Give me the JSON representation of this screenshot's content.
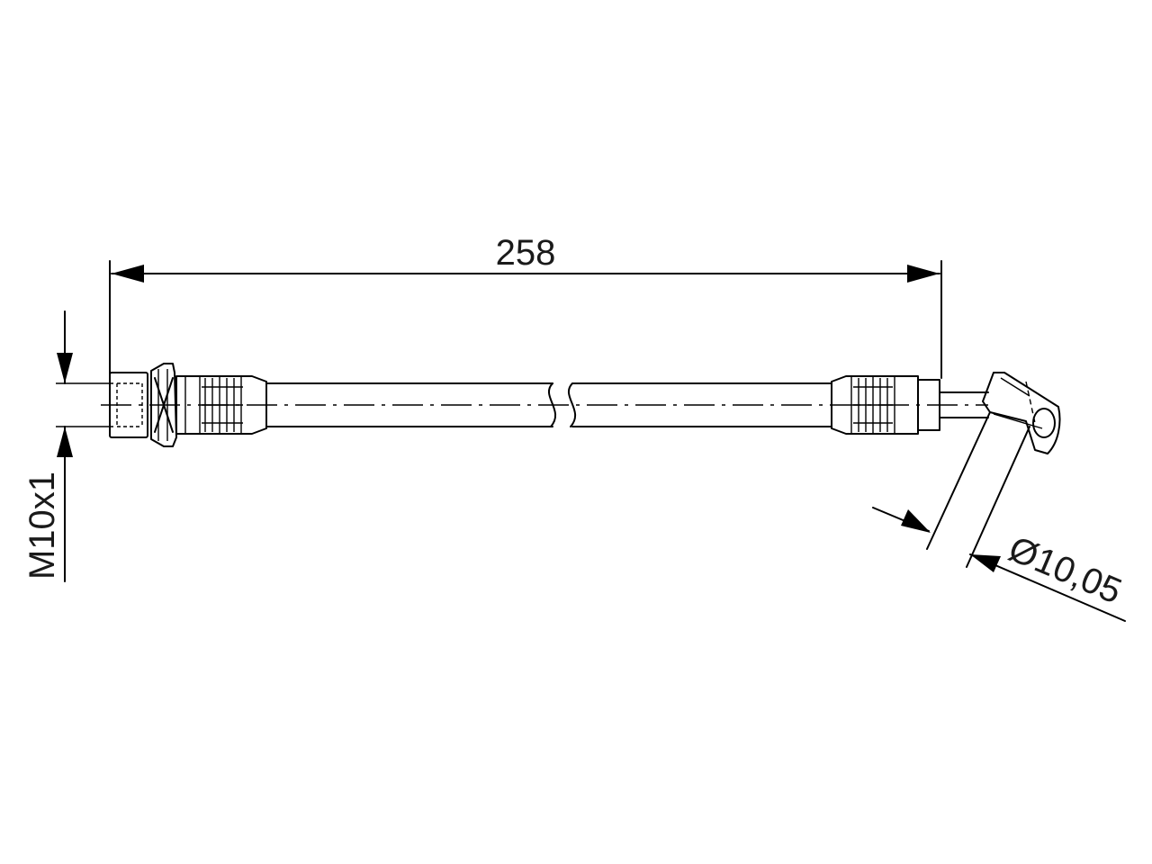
{
  "dimensions": {
    "length": "258",
    "thread": "M10x1",
    "diameter": "Ø10,05"
  },
  "colors": {
    "line": "#000000",
    "text": "#1a1a1a",
    "background": "#ffffff"
  }
}
